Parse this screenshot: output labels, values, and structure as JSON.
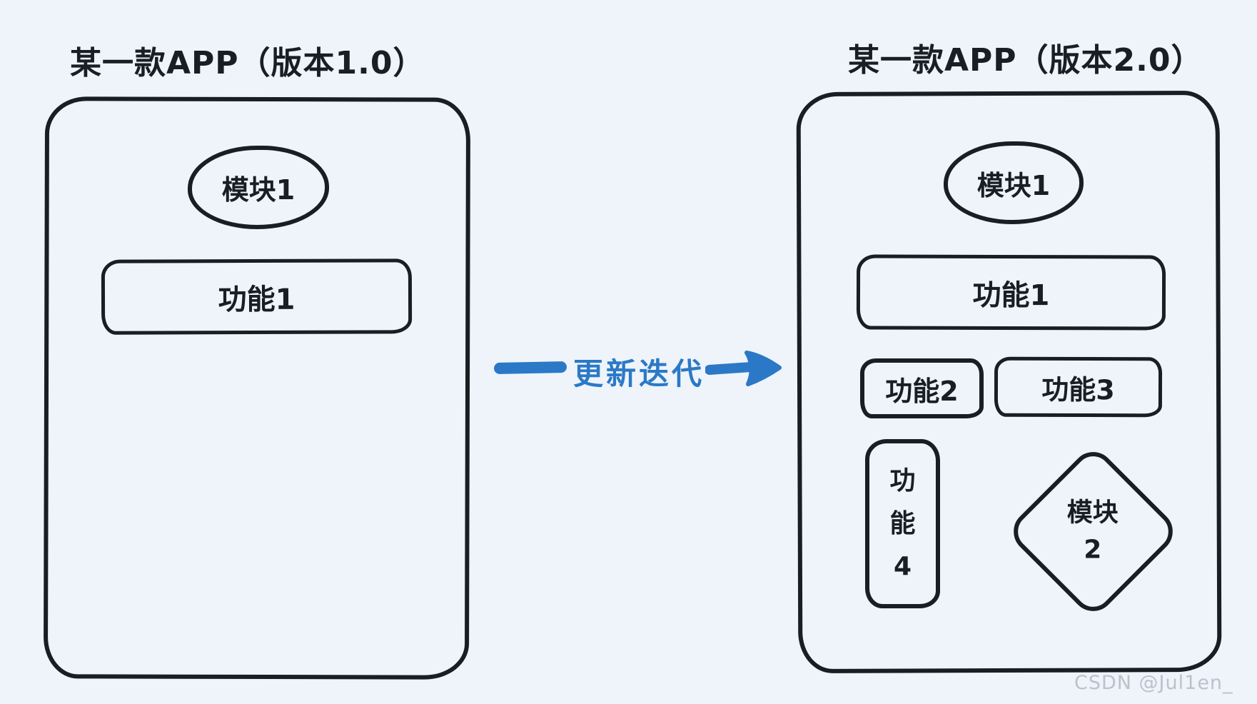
{
  "colors": {
    "background": "#eef4fa",
    "ink": "#1a1d22",
    "accent_blue": "#2b79c6",
    "watermark_gray": "#afb8c6"
  },
  "left_app": {
    "title": "某一款APP（版本1.0）",
    "module1_label": "模块1",
    "feature1_label": "功能1"
  },
  "transition": {
    "label": "更新迭代",
    "arrow_icon": "right-arrow"
  },
  "right_app": {
    "title": "某一款APP（版本2.0）",
    "module1_label": "模块1",
    "feature1_label": "功能1",
    "feature2_label": "功能2",
    "feature3_label": "功能3",
    "feature4_lines": [
      "功",
      "能",
      "4"
    ],
    "module2_lines": [
      "模块",
      "2"
    ]
  },
  "watermark": "CSDN @Jul1en_"
}
